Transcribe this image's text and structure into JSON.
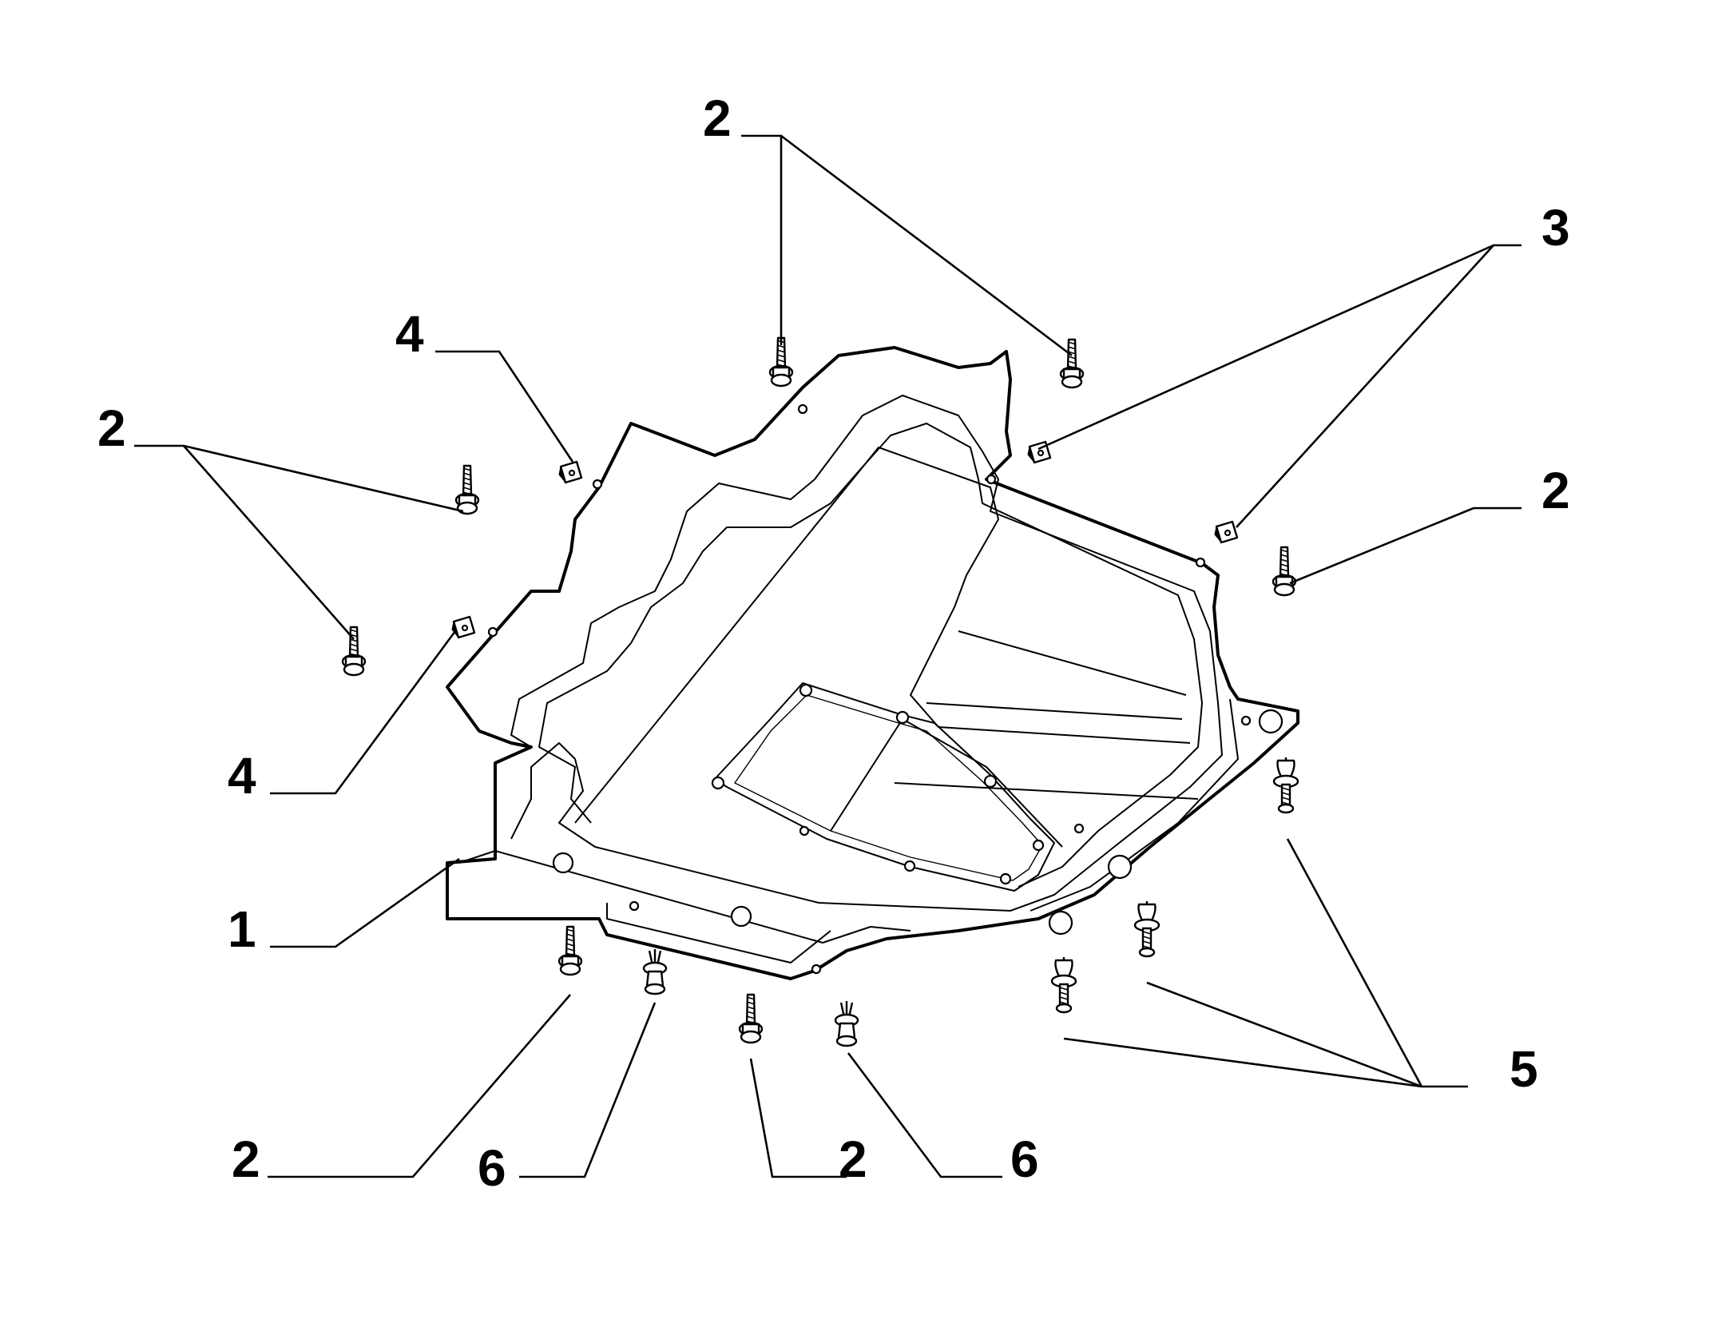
{
  "diagram": {
    "callouts": [
      {
        "id": "c1",
        "label": "1"
      },
      {
        "id": "c2a",
        "label": "2"
      },
      {
        "id": "c2b",
        "label": "2"
      },
      {
        "id": "c2c",
        "label": "2"
      },
      {
        "id": "c2d",
        "label": "2"
      },
      {
        "id": "c2e",
        "label": "2"
      },
      {
        "id": "c3",
        "label": "3"
      },
      {
        "id": "c4a",
        "label": "4"
      },
      {
        "id": "c4b",
        "label": "4"
      },
      {
        "id": "c5",
        "label": "5"
      },
      {
        "id": "c6a",
        "label": "6"
      },
      {
        "id": "c6b",
        "label": "6"
      }
    ],
    "colors": {
      "ink": "#000000",
      "paper": "#ffffff"
    }
  }
}
